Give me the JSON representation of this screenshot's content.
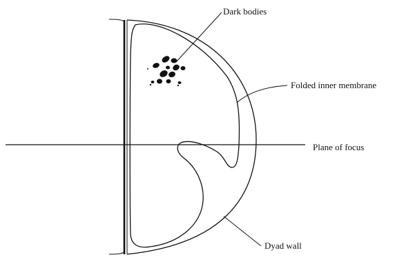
{
  "labels": {
    "dark_bodies": "Dark bodies",
    "folded_inner_membrane": "Folded inner membrane",
    "plane_of_focus": "Plane of focus",
    "dyad_wall": "Dyad wall"
  },
  "colors": {
    "ink": "#111111",
    "background": "#ffffff"
  }
}
